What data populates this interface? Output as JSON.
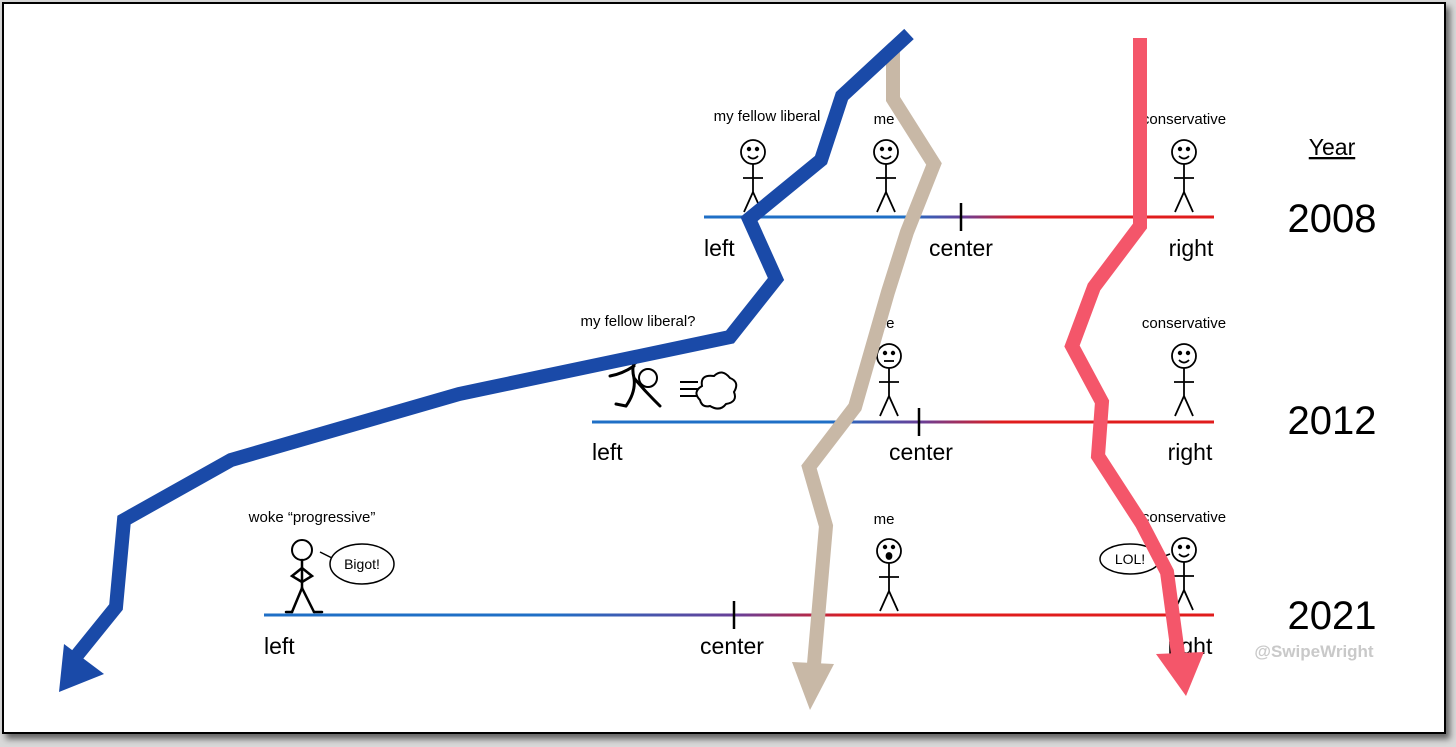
{
  "header": {
    "year_label": "Year"
  },
  "watermark": "@SwipeWright",
  "rows": [
    {
      "year": "2008",
      "axis": {
        "left": "left",
        "center": "center",
        "right": "right"
      },
      "liberal_caption": "my fellow liberal",
      "me_caption": "me",
      "conservative_caption": "conservative",
      "me_face": "smile"
    },
    {
      "year": "2012",
      "axis": {
        "left": "left",
        "center": "center",
        "right": "right"
      },
      "liberal_caption": "my fellow liberal?",
      "me_caption": "me",
      "conservative_caption": "conservative",
      "me_face": "neutral"
    },
    {
      "year": "2021",
      "axis": {
        "left": "left",
        "center": "center",
        "right": "right"
      },
      "liberal_caption": "woke “progressive”",
      "me_caption": "me",
      "conservative_caption": "conservative",
      "me_face": "shocked",
      "liberal_speech": "Bigot!",
      "conservative_speech": "LOL!"
    }
  ],
  "arrow_colors": {
    "liberal": "#1a4aa8",
    "me": "#c8b8a6",
    "conservative": "#f4566a"
  },
  "axis_colors": {
    "left": "#1f6fc6",
    "right": "#e01c1c"
  }
}
